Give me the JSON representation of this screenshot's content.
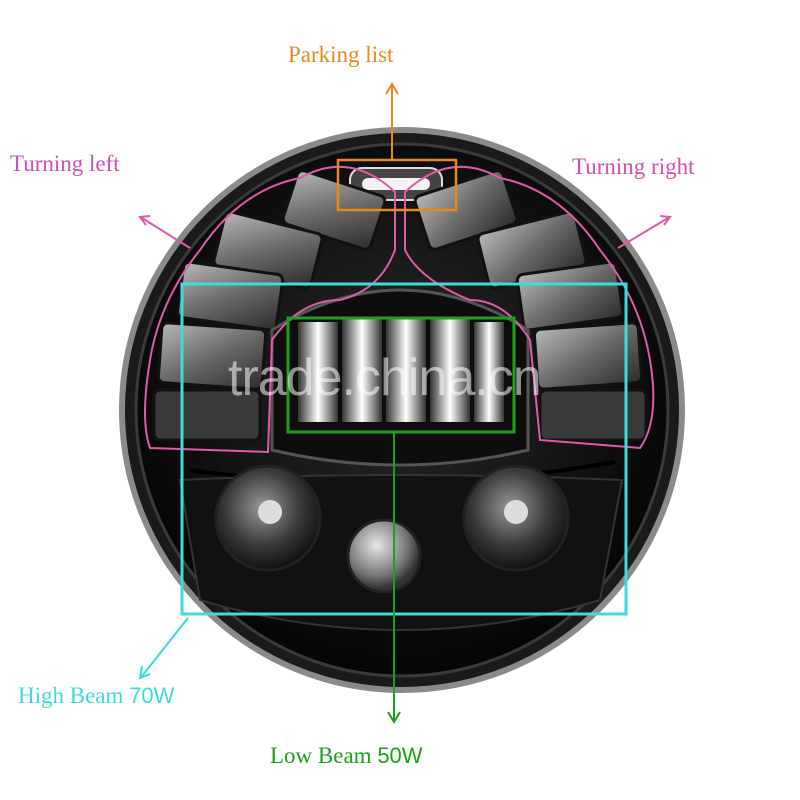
{
  "labels": {
    "parking": "Parking list",
    "turning_left": "Turning left",
    "turning_right": "Turning right",
    "high_beam": "High Beam",
    "high_beam_watt": "70W",
    "low_beam": "Low Beam",
    "low_beam_watt": "50W"
  },
  "watermark": "trade.china.cn",
  "colors": {
    "parking": "#e68a1f",
    "turning": "#e05aa8",
    "high_beam": "#3ddcdc",
    "low_beam": "#1aa31a"
  }
}
